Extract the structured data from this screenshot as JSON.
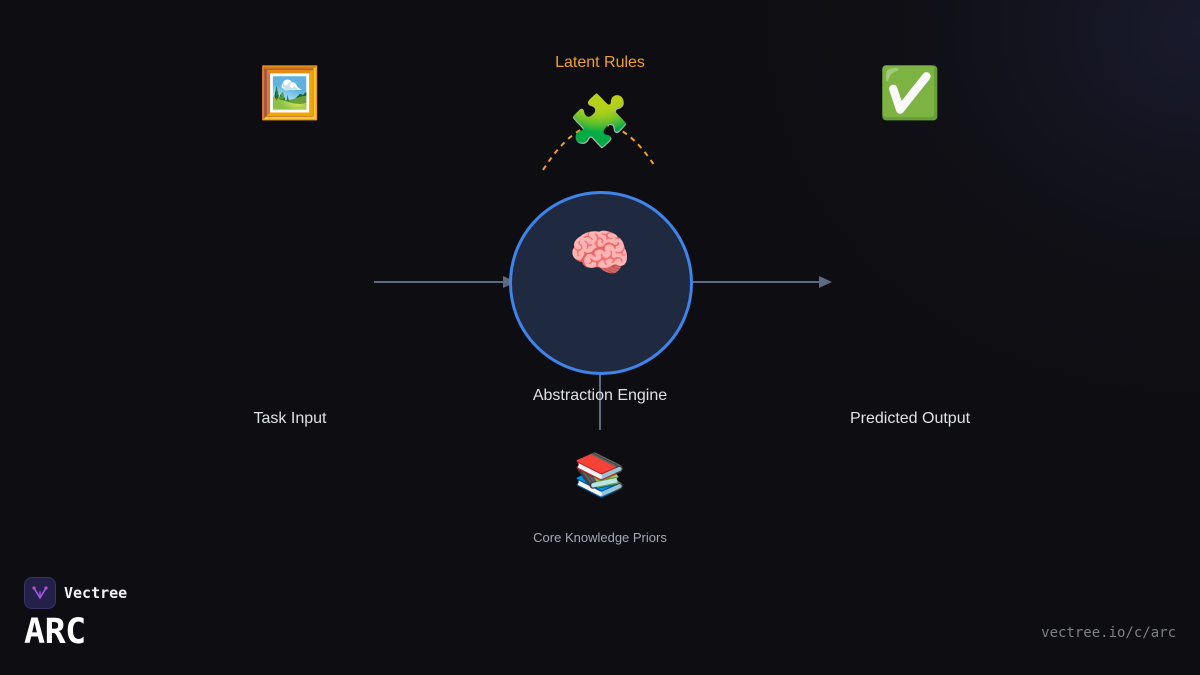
{
  "diagram": {
    "nodes": {
      "input": {
        "icon": "🖼️",
        "icon_name": "framed-picture-icon",
        "label": "Task Input"
      },
      "rules": {
        "icon": "🧩",
        "icon_name": "puzzle-piece-icon",
        "label": "Latent Rules"
      },
      "engine": {
        "icon": "🧠",
        "icon_name": "brain-icon",
        "label": "Abstraction Engine"
      },
      "output": {
        "icon": "✅",
        "icon_name": "check-mark-icon",
        "label": "Predicted Output"
      },
      "priors": {
        "icon": "📚",
        "icon_name": "books-icon",
        "label": "Core Knowledge Priors"
      }
    },
    "edges": [
      {
        "from": "input",
        "to": "engine",
        "style": "solid-arrow"
      },
      {
        "from": "engine",
        "to": "output",
        "style": "solid-arrow"
      },
      {
        "from": "rules",
        "to": "engine",
        "style": "dashed-arc"
      },
      {
        "from": "priors",
        "to": "engine",
        "style": "solid-line"
      }
    ],
    "colors": {
      "engine_border": "#3f84ea",
      "engine_fill": "#1f2940",
      "rules_accent": "#f0a02a",
      "connector": "#5d6b82",
      "background": "#0e0e12"
    }
  },
  "branding": {
    "name": "Vectree",
    "title": "ARC",
    "url": "vectree.io/c/arc"
  }
}
